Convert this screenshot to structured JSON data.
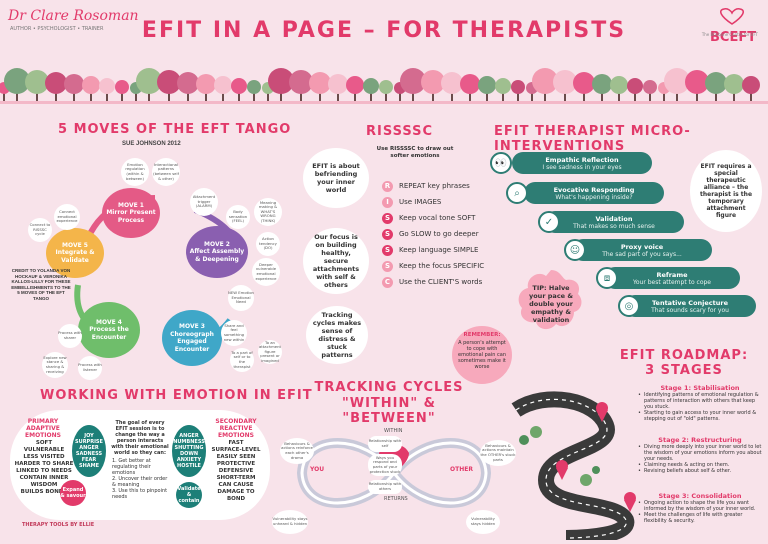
{
  "header": {
    "author": "Dr Clare Rosoman",
    "author_sub": "AUTHOR • PSYCHOLOGIST • TRAINER",
    "title": "EFIT IN A PAGE – FOR THERAPISTS",
    "logo": "BCEFT",
    "logo_sub": "The Brisbane Centre for EFT"
  },
  "tango": {
    "heading": "5 MOVES OF THE EFT TANGO",
    "author": "SUE JOHNSON 2012",
    "credit": "CREDIT TO YOLANDA VON HOCKAUF & VERONIKA KALLOS-LILLY FOR THESE EMBELLISHMENTS TO THE 5 MOVES OF THE EFT TANGO",
    "moves": [
      {
        "label": "MOVE 1\nMirror Present\nProcess",
        "color": "#e45a86"
      },
      {
        "label": "MOVE 2\nAffect Assembly\n& Deepening",
        "color": "#8a5fb0"
      },
      {
        "label": "MOVE 3\nChoreograph\nEngaged\nEncounter",
        "color": "#3fa7c8"
      },
      {
        "label": "MOVE 4\nProcess the\nEncounter",
        "color": "#6fbe6b"
      },
      {
        "label": "MOVE 5\nIntegrate &\nValidate",
        "color": "#f4b54a"
      }
    ],
    "bubbles": [
      "Emotion regulation (within & between)",
      "Interactional patterns (between self & other)",
      "Attachment trigger (ALARM)",
      "Body sensation (FEEL)",
      "Meaning making & WHAT'S WRONG (THINK)",
      "Action tendency (DO)",
      "Deeper vulnerable emotional experience",
      "NEW Emotion Emotional Need",
      "Share and feel something new within",
      "To a part of self or to the therapist",
      "To an attachment figure present or imagined",
      "Process with sharer",
      "Process with listener",
      "Explore new stance & sharing & receiving",
      "Connect emotional experience",
      "Connect to RISSSC cycle"
    ]
  },
  "rissssc": {
    "heading": "RISSSSC",
    "sub": "Use RISSSSC to draw out softer emotions",
    "items": [
      {
        "letter": "R",
        "text": "REPEAT key phrases",
        "dark": false
      },
      {
        "letter": "I",
        "text": "Use IMAGES",
        "dark": false
      },
      {
        "letter": "S",
        "text": "Keep vocal tone SOFT",
        "dark": true
      },
      {
        "letter": "S",
        "text": "Go SLOW to go deeper",
        "dark": true
      },
      {
        "letter": "S",
        "text": "Keep language SIMPLE",
        "dark": true
      },
      {
        "letter": "S",
        "text": "Keep the focus SPECIFIC",
        "dark": false
      },
      {
        "letter": "C",
        "text": "Use the CLIENT'S words",
        "dark": false
      }
    ],
    "blobs": [
      "EFIT is about befriending your inner world",
      "Our focus is on building healthy, secure attachments with self & others",
      "Tracking cycles makes sense of distress & stuck patterns"
    ],
    "tip": "TIP: Halve your pace & double your empathy & validation",
    "remember_title": "REMEMBER:",
    "remember": "A person's attempt to cope with emotional pain can sometimes make it worse"
  },
  "micro": {
    "heading": "EFIT THERAPIST MICRO-INTERVENTIONS",
    "items": [
      {
        "title": "Empathic Reflection",
        "sub": "I see sadness in your eyes",
        "icon": "eyes-icon"
      },
      {
        "title": "Evocative Responding",
        "sub": "What's happening inside?",
        "icon": "magnifier-icon"
      },
      {
        "title": "Validation",
        "sub": "That makes so much sense",
        "icon": "check-icon"
      },
      {
        "title": "Proxy voice",
        "sub": "The sad part of you says...",
        "icon": "voice-icon"
      },
      {
        "title": "Reframe",
        "sub": "Your best attempt to cope",
        "icon": "reframe-icon"
      },
      {
        "title": "Tentative Conjecture",
        "sub": "That sounds scary for you",
        "icon": "target-icon"
      }
    ],
    "side_note": "EFIT requires a special therapeutic alliance – the therapist is the temporary attachment figure"
  },
  "emotion": {
    "heading": "WORKING WITH EMOTION IN EFIT",
    "primary_title": "PRIMARY ADAPTIVE EMOTIONS",
    "primary": "SOFT\nVULNERABLE\nLESS VISITED\nHARDER TO SHARE\nLINKED TO NEEDS\nCONTAIN INNER\nWISDOM\nBUILDS BONDS",
    "primary_list": "JOY\nSURPRISE\nANGER\nSADNESS\nFEAR\nSHAME",
    "expand": "Expand & savour",
    "goal_title": "The goal of every EFIT session is to change the way a person interacts with their emotional world so they can:",
    "goal_items": [
      "1. Get better at regulating their emotions",
      "2. Uncover their order & meaning",
      "3. Use this to pinpoint needs"
    ],
    "secondary_title": "SECONDARY REACTIVE EMOTIONS",
    "secondary_list": "ANGER\nNUMBNESS\nSHUTTING\nDOWN\nANXIETY\nHOSTILE",
    "secondary": "FAST\nSURFACE-LEVEL\nEASILY SEEN\nPROTECTIVE\nDEFENSIVE\nSHORT-TERM\nCAN CAUSE\nDAMAGE TO\nBOND",
    "validate": "Validate & contain",
    "footer": "THERAPY TOOLS BY ELLIE"
  },
  "tracking": {
    "heading_1": "TRACKING CYCLES",
    "heading_2": "\"WITHIN\" & \"BETWEEN\"",
    "you": "YOU",
    "other": "OTHER",
    "within": "WITHIN",
    "returns": "RETURNS",
    "notes": [
      "Behaviours & actions reinforce each other's drama",
      "Relationship with self",
      "Ways you respond and parts of your protection stuck",
      "Behaviours & actions maintain the OTHER's stuck parts",
      "Vulnerability stays unheard & hidden",
      "Relationship with others",
      "Vulnerability stays hidden"
    ]
  },
  "roadmap": {
    "heading": "EFIT ROADMAP: 3 STAGES",
    "stages": [
      {
        "title": "Stage 1: Stabilisation",
        "points": [
          "Identifying patterns of emotional regulation & patterns of interaction with others that keep you stuck.",
          "Starting to gain access to your inner world & stepping out of \"old\" patterns."
        ]
      },
      {
        "title": "Stage 2: Restructuring",
        "points": [
          "Diving more deeply into your inner world to let the wisdom of your emotions inform you about your needs.",
          "Claiming needs & acting on them.",
          "Revising beliefs about self & other."
        ]
      },
      {
        "title": "Stage 3: Consolidation",
        "points": [
          "Ongoing action to shape the life you want informed by the wisdom of your inner world.",
          "Meet the challenges of life with greater flexibility & security."
        ]
      }
    ]
  },
  "colors": {
    "pink": "#e23a6a",
    "teal": "#2e7d74",
    "bg": "#f8e3ea"
  }
}
